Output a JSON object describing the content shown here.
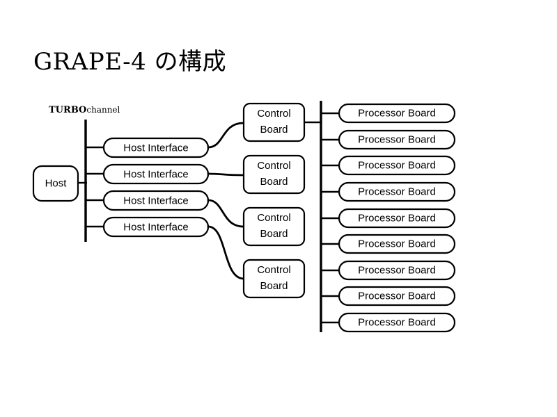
{
  "slide": {
    "title": "GRAPE-4 の構成",
    "background_color": "#ffffff",
    "line_color": "#000000"
  },
  "bus_labels": {
    "turbochannel_prefix": "TURBO",
    "turbochannel_suffix": "channel"
  },
  "host": {
    "label": "Host"
  },
  "host_interfaces": [
    {
      "label": "Host Interface"
    },
    {
      "label": "Host Interface"
    },
    {
      "label": "Host Interface"
    },
    {
      "label": "Host Interface"
    }
  ],
  "control_boards": [
    {
      "line1": "Control",
      "line2": "Board"
    },
    {
      "line1": "Control",
      "line2": "Board"
    },
    {
      "line1": "Control",
      "line2": "Board"
    },
    {
      "line1": "Control",
      "line2": "Board"
    }
  ],
  "processor_boards": [
    {
      "label": "Processor Board"
    },
    {
      "label": "Processor Board"
    },
    {
      "label": "Processor Board"
    },
    {
      "label": "Processor Board"
    },
    {
      "label": "Processor Board"
    },
    {
      "label": "Processor Board"
    },
    {
      "label": "Processor Board"
    },
    {
      "label": "Processor Board"
    },
    {
      "label": "Processor Board"
    }
  ]
}
